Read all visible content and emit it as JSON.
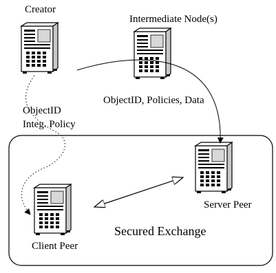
{
  "nodes": {
    "creator": {
      "label": "Creator"
    },
    "intermediate": {
      "label": "Intermediate Node(s)"
    },
    "server": {
      "label": "Server Peer"
    },
    "client": {
      "label": "Client Peer"
    }
  },
  "edges": {
    "intermediate_to_server": {
      "label": "ObjectID, Policies, Data"
    },
    "creator_to_client": {
      "line1": "ObjectID",
      "line2": "Integ. Policy"
    }
  },
  "region": {
    "label": "Secured Exchange"
  },
  "icons": {
    "node": "tower-server-icon"
  }
}
